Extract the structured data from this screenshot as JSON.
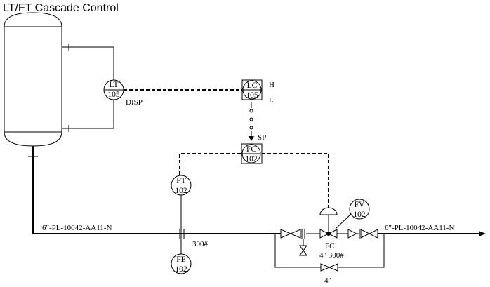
{
  "title": "LT/FT Cascade Control",
  "instruments": {
    "lt": {
      "tag": "LT",
      "num": "105"
    },
    "lc": {
      "tag": "LC",
      "num": "105"
    },
    "fc": {
      "tag": "FC",
      "num": "102"
    },
    "ft": {
      "tag": "FT",
      "num": "102"
    },
    "fe": {
      "tag": "FE",
      "num": "102"
    },
    "fv": {
      "tag": "FV",
      "num": "102"
    }
  },
  "labels": {
    "disp": "DISP",
    "high": "H",
    "low": "L",
    "sp": "SP",
    "line_in": "6\"-PL-10042-AA11-N",
    "line_out": "6\"-PL-10042-AA11-N",
    "rating": "300#",
    "valve_fc": "FC",
    "valve_size": "4\" 300#",
    "bypass_size": "4\""
  }
}
